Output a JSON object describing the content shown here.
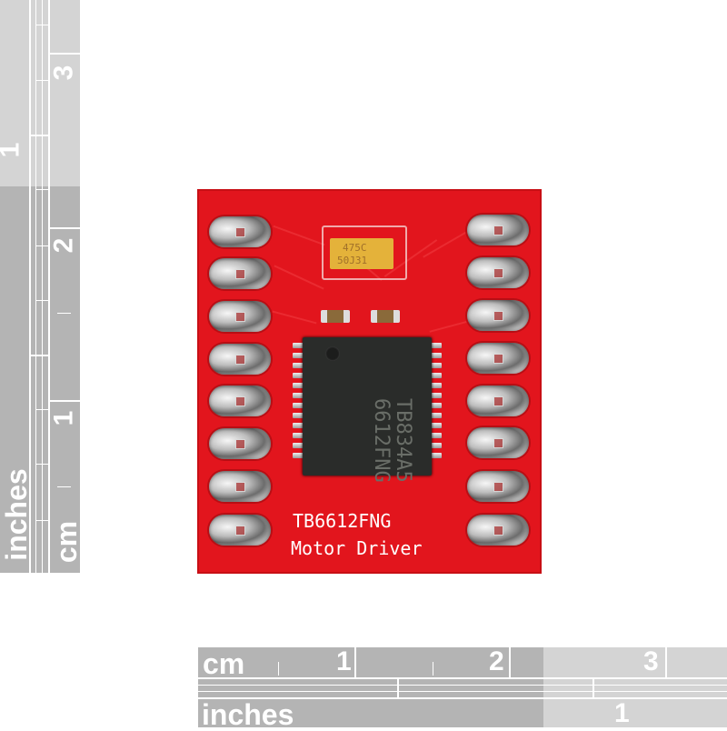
{
  "photo": {
    "subject": "TB6612FNG motor driver breakout board",
    "board_color": "#e2151d"
  },
  "board": {
    "silkscreen_line1": "TB6612FNG",
    "silkscreen_line2": "Motor Driver",
    "ic_marking_line1": "TB834A5",
    "ic_marking_line2": "6612FNG",
    "capacitor_marking_line1": "475C",
    "capacitor_marking_line2": "50J31",
    "pins_per_side": 8
  },
  "left_ruler": {
    "inches_label": "inches",
    "cm_label": "cm",
    "inch_ticks": [
      "1",
      "1"
    ],
    "cm_ticks": [
      "1",
      "2",
      "3"
    ]
  },
  "bottom_ruler": {
    "cm_label": "cm",
    "inches_label": "inches",
    "cm_ticks": [
      "1",
      "2",
      "3"
    ],
    "inch_ticks": [
      "1"
    ]
  }
}
